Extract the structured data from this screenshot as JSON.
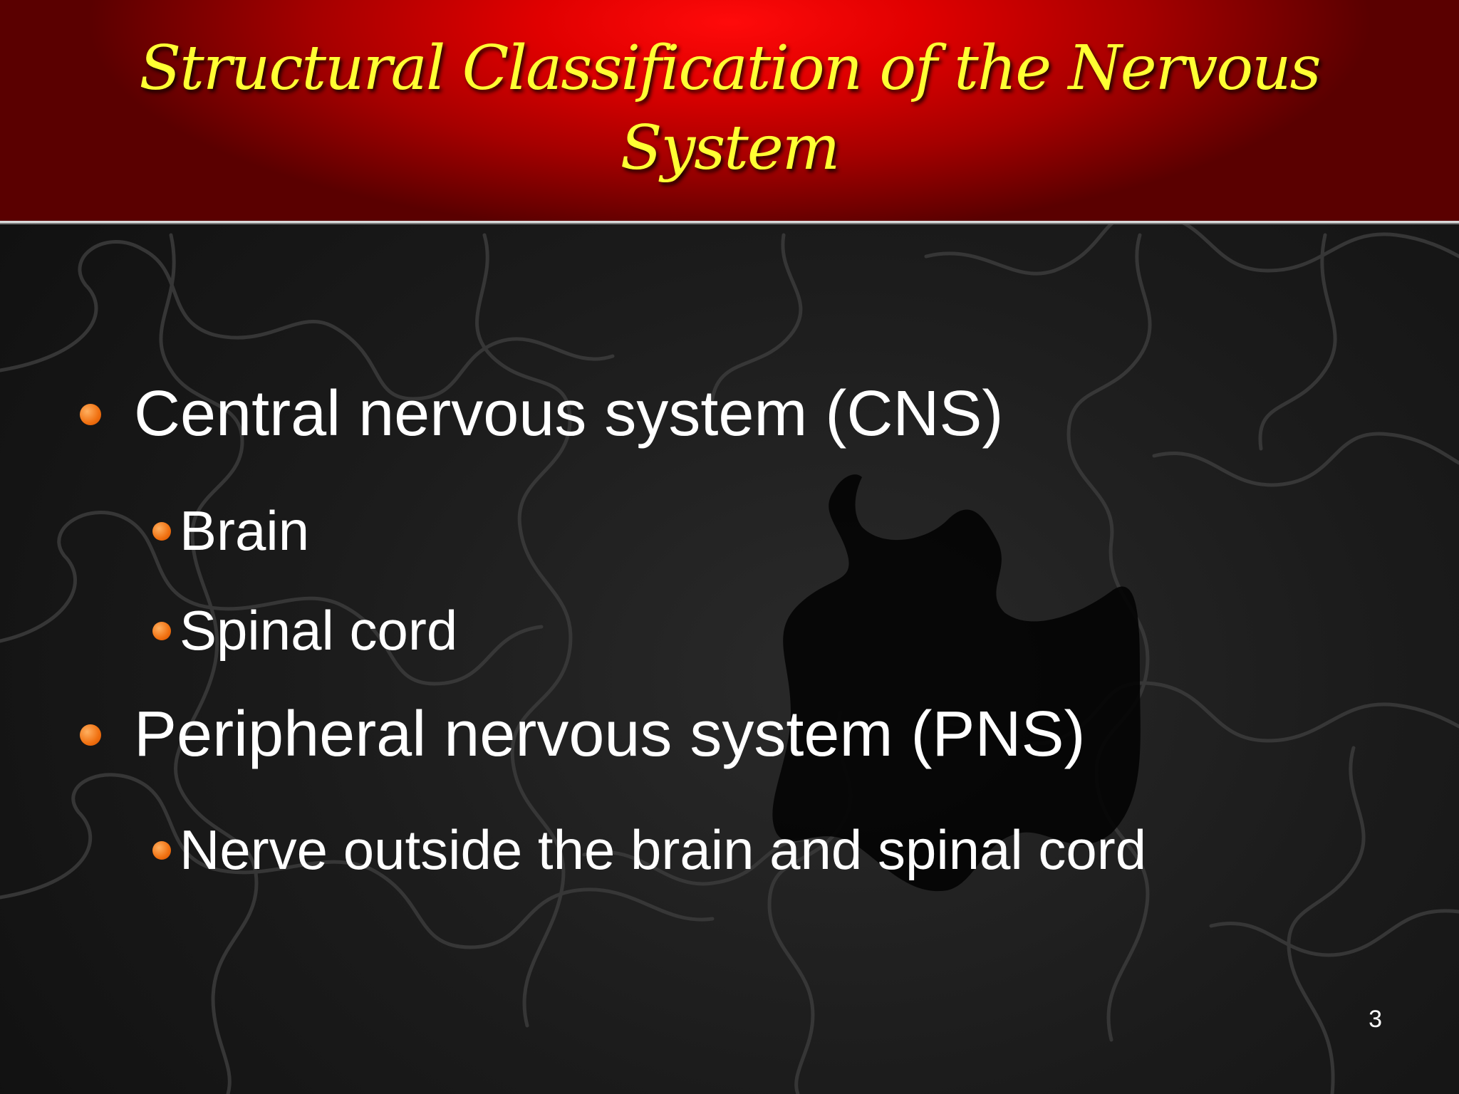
{
  "slide": {
    "title": "Structural Classification of the Nervous System",
    "bullets": [
      {
        "text": "Central nervous system (CNS)",
        "level": 1
      },
      {
        "text": "Brain",
        "level": 2
      },
      {
        "text": "Spinal cord",
        "level": 2
      },
      {
        "text": "Peripheral nervous system (PNS)",
        "level": 1
      },
      {
        "text": "Nerve outside the brain and spinal cord",
        "level": 2
      }
    ],
    "page_number": "3"
  },
  "colors": {
    "title": "#ffff33",
    "header_red": "#e00000",
    "bullet_dot": "#f07010",
    "body_text": "#ffffff",
    "background": "#1a1a1a"
  },
  "decor": {
    "background_icon": "puzzle-pieces",
    "bullet_icon": "orange-dot"
  }
}
